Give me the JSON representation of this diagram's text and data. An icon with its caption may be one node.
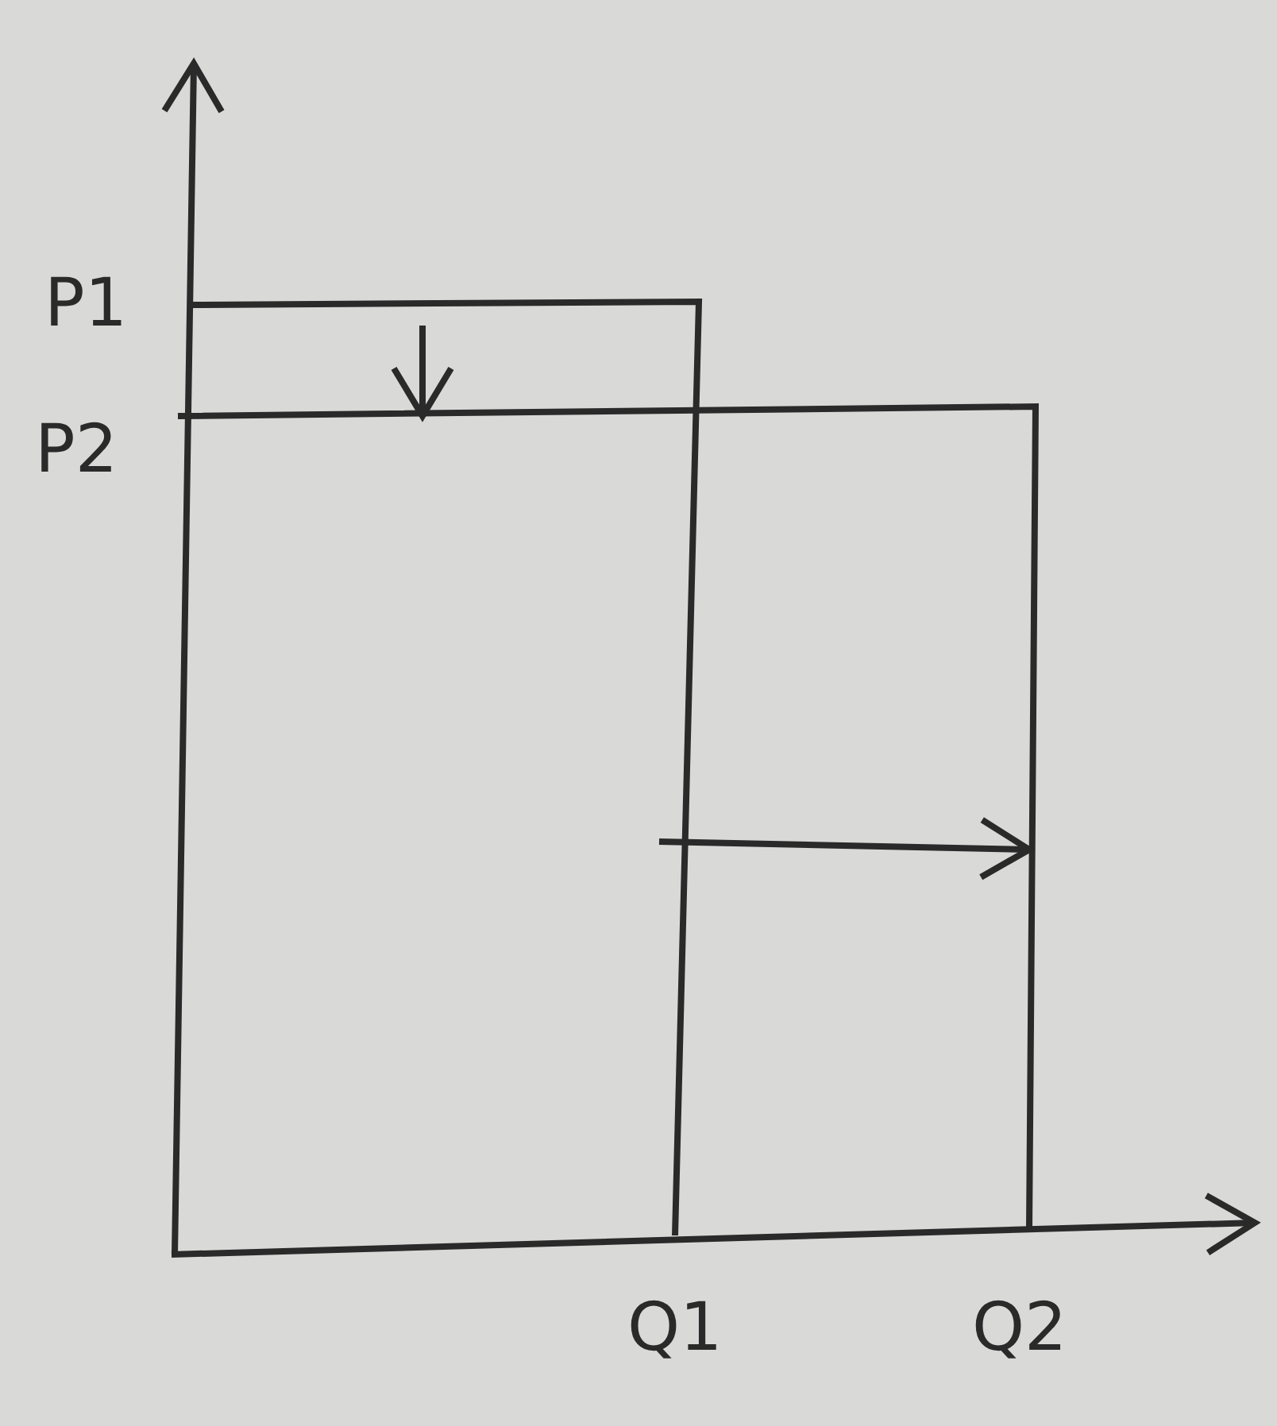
{
  "diagram": {
    "labels": [
      "P1",
      "P2",
      "Q1",
      "Q2"
    ]
  }
}
